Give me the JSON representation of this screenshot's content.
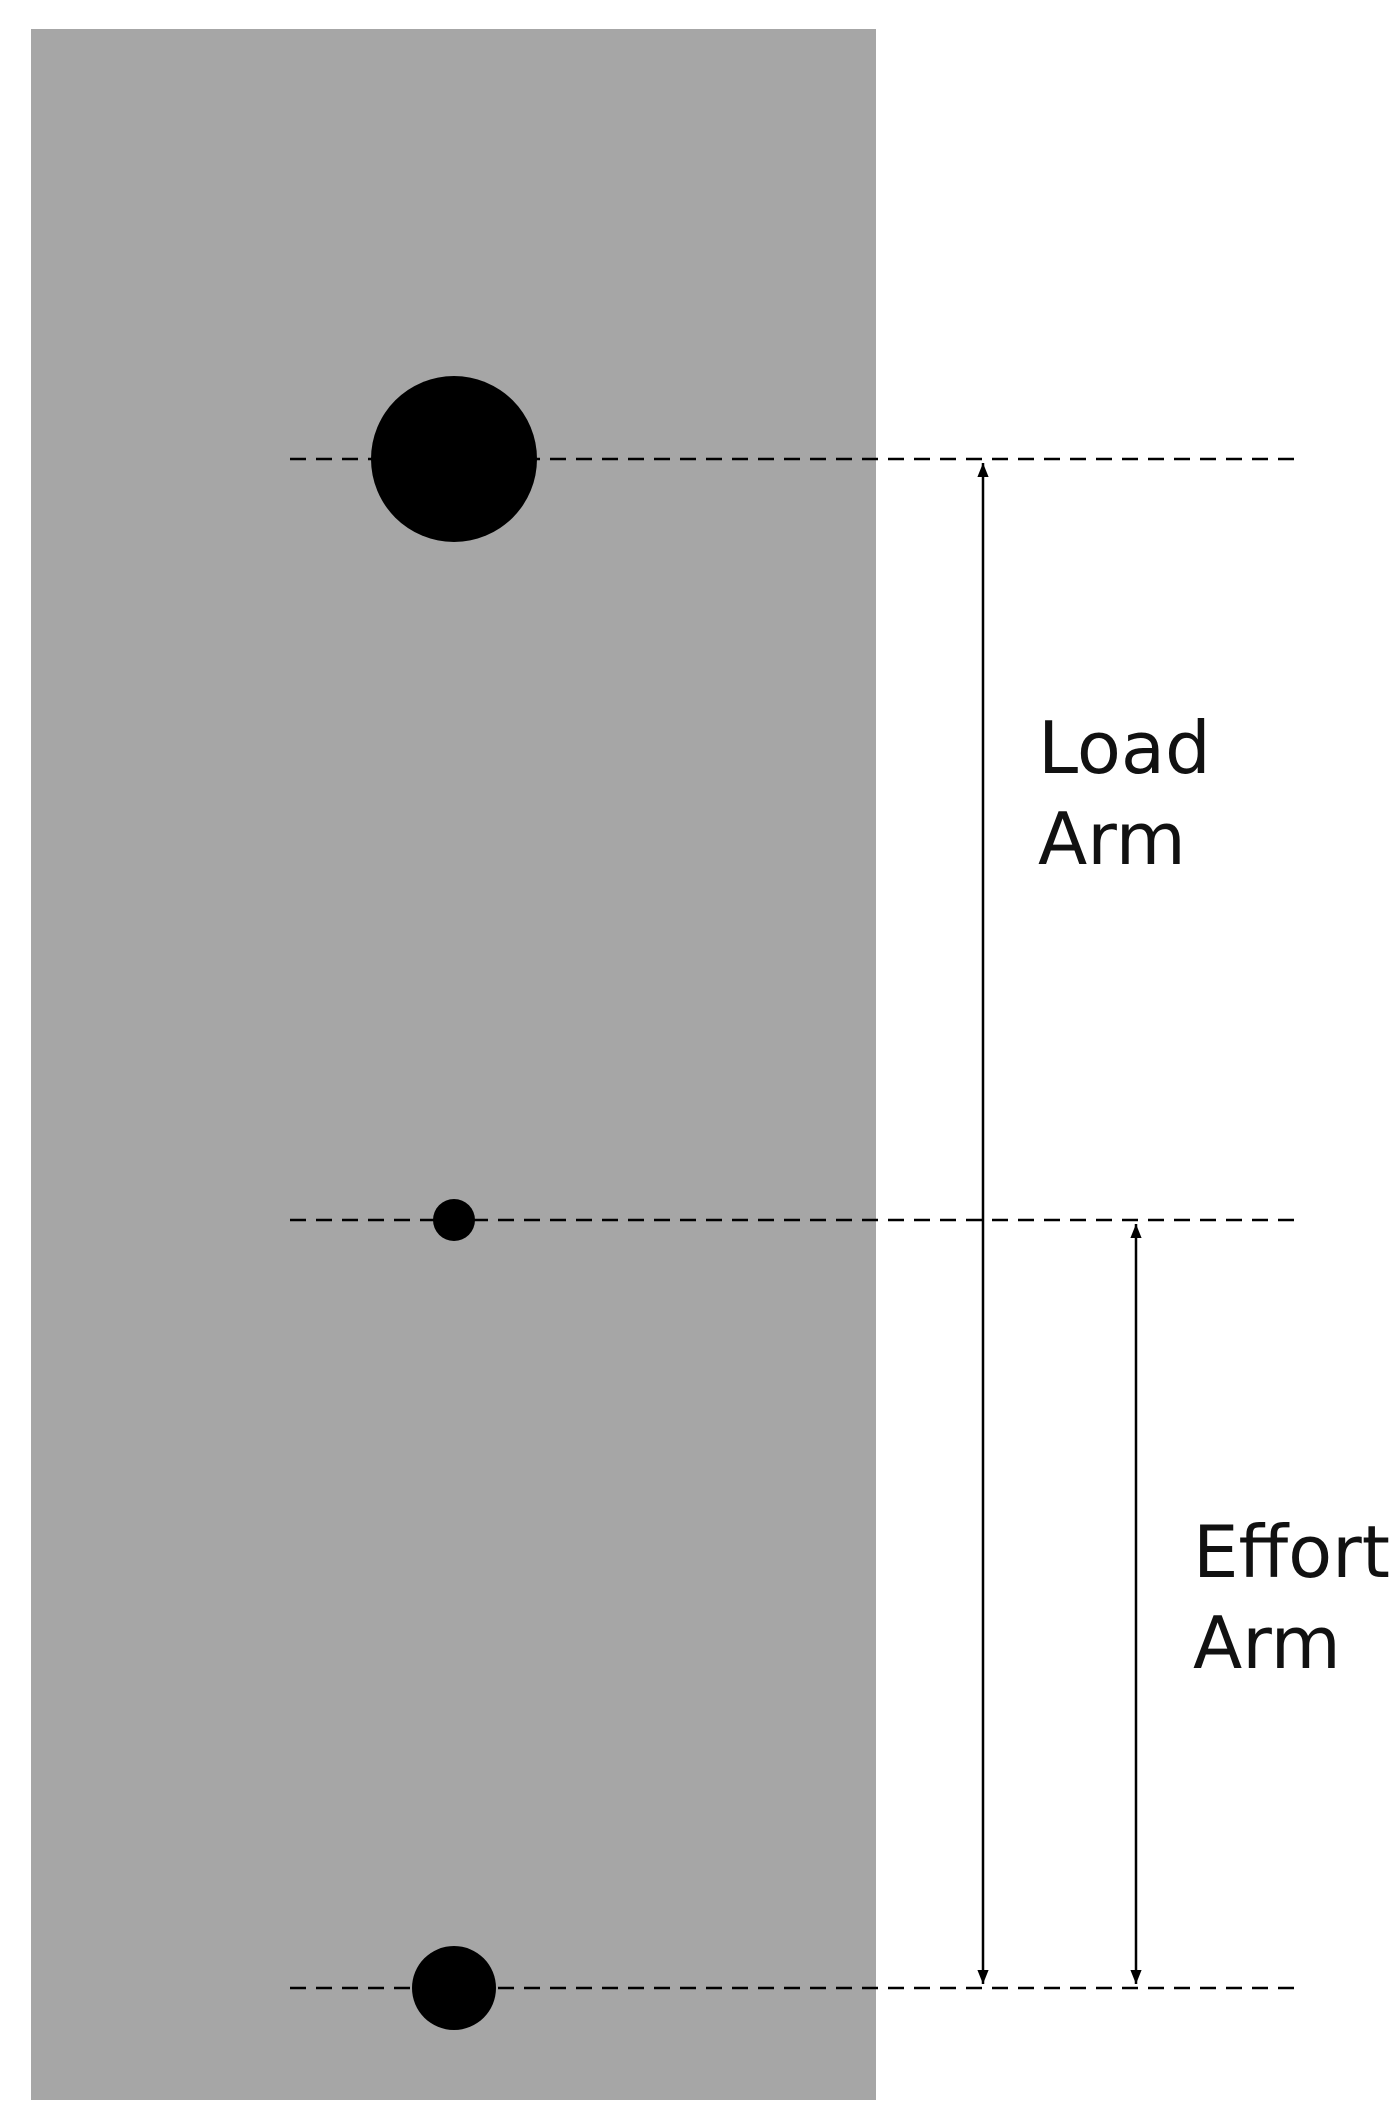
{
  "labels": {
    "load_arm": [
      "Load",
      "Arm"
    ],
    "effort_arm": [
      "Effort",
      "Arm"
    ]
  },
  "colors": {
    "lever": "#a6a6a6",
    "ink": "#000000",
    "background": "#ffffff"
  }
}
